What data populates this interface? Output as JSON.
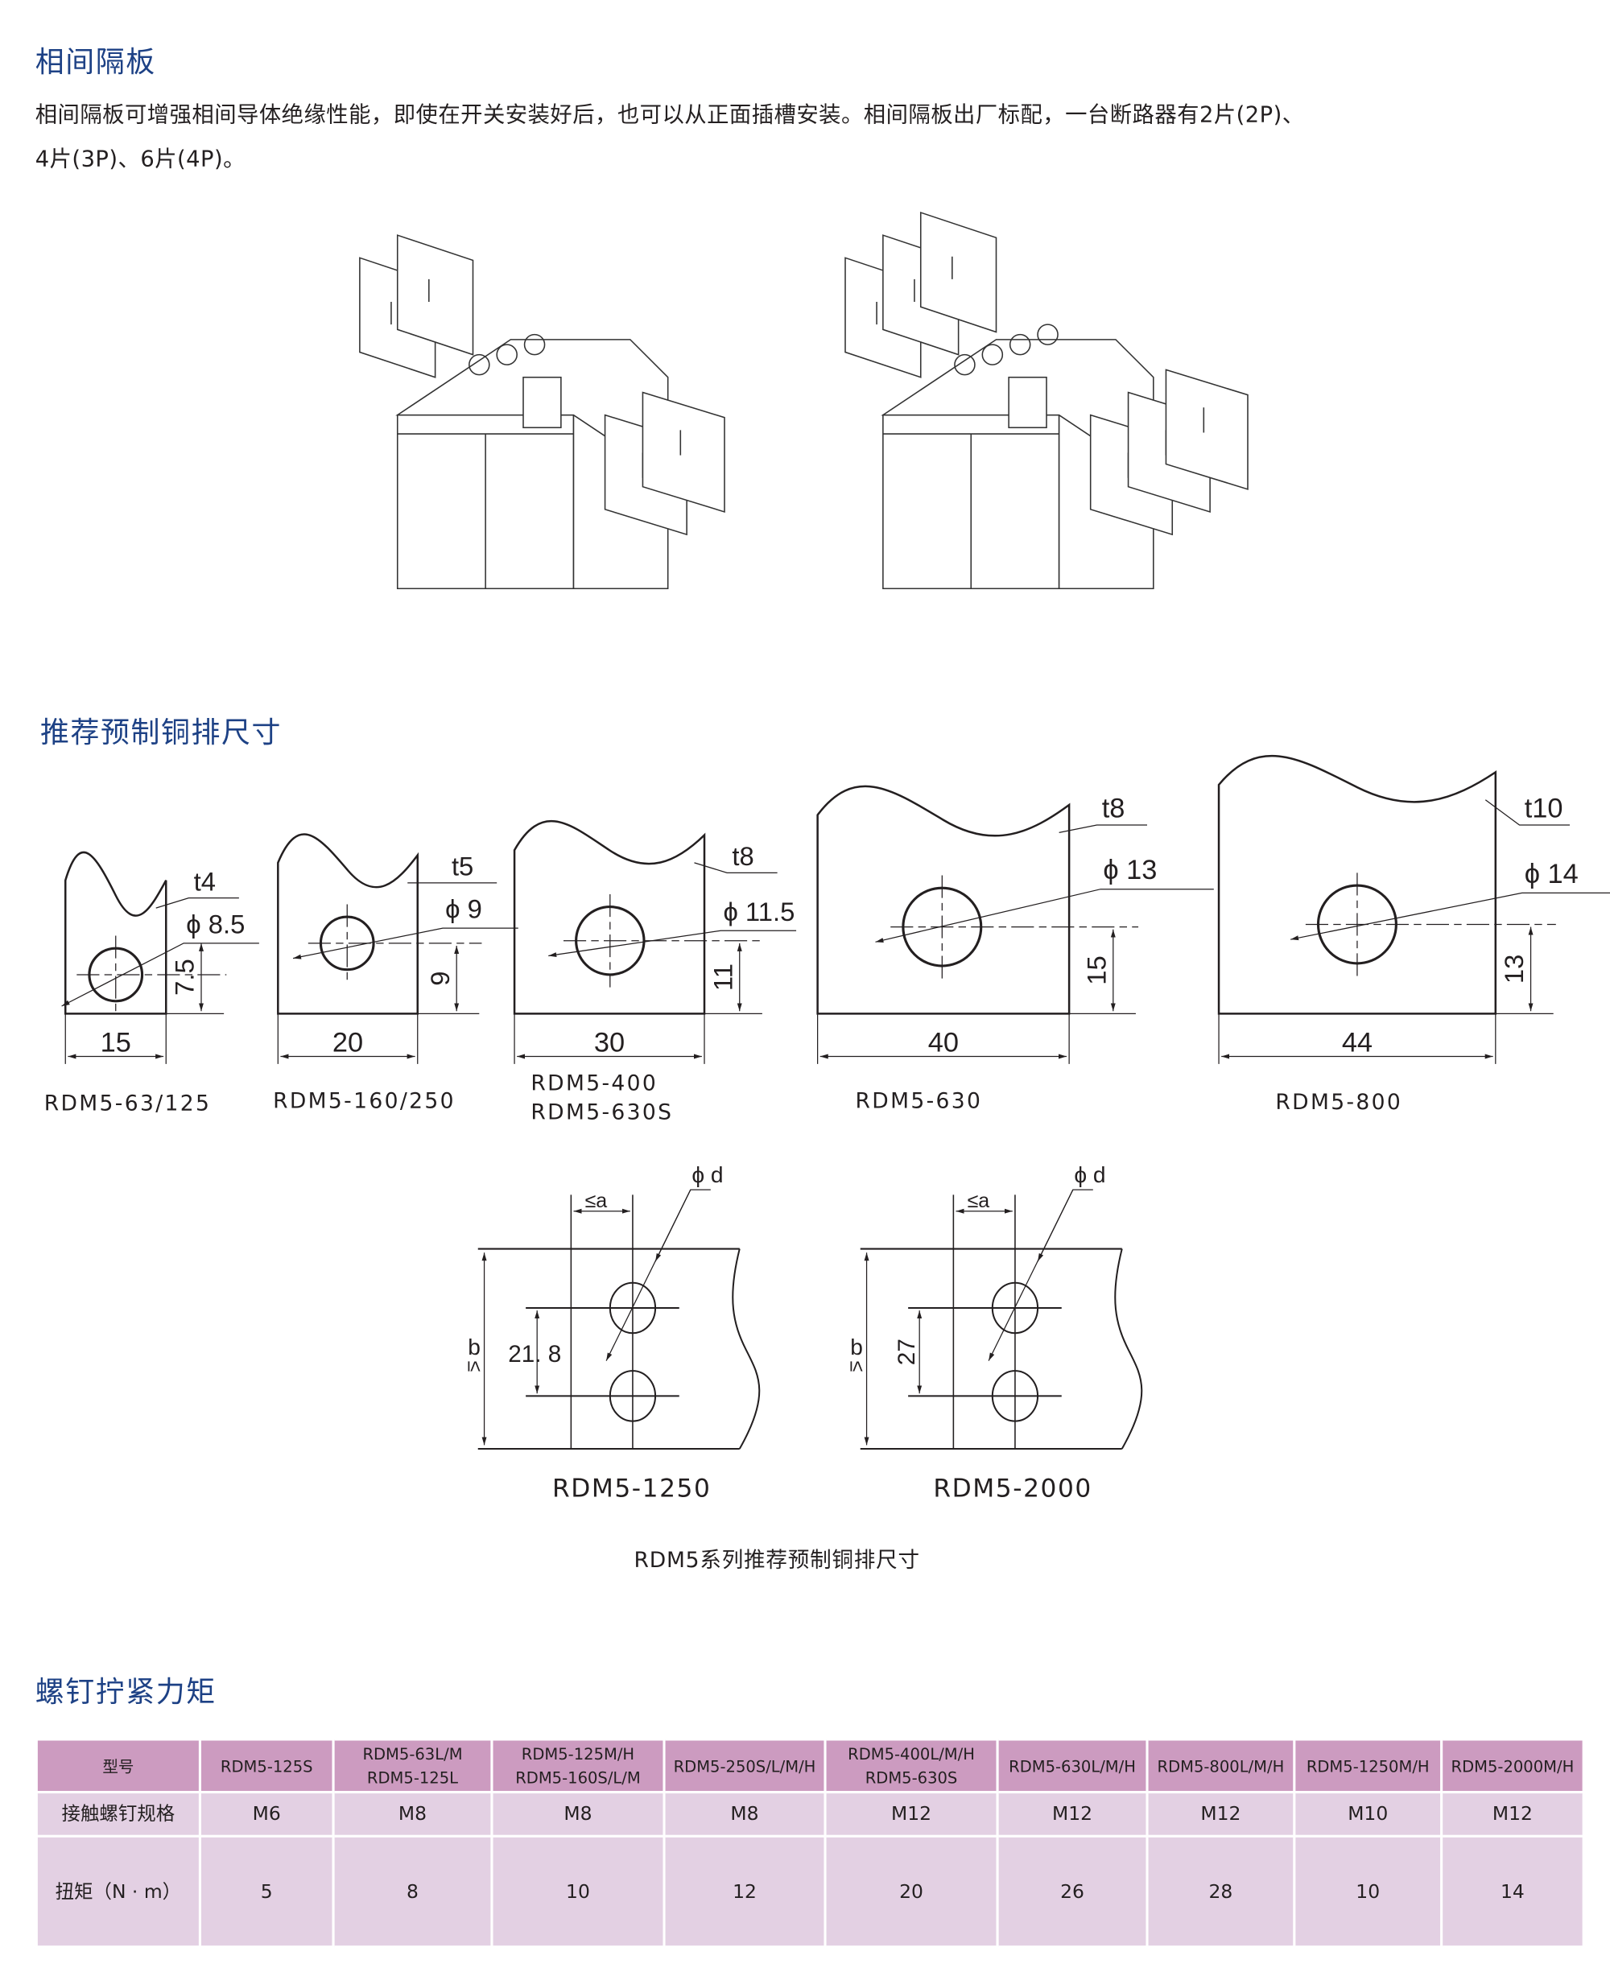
{
  "section1": {
    "title": "相间隔板",
    "text_line1": "相间隔板可增强相间导体绝缘性能，即使在开关安装好后，也可以从正面插槽安装。相间隔板出厂标配，一台断路器有2片(2P)、",
    "text_line2": "4片(3P)、6片(4P)。"
  },
  "section2": {
    "title": "推荐预制铜排尺寸",
    "busbars": [
      {
        "thickness": "t4",
        "hole": "ϕ 8.5",
        "height": "7.5",
        "width": "15",
        "models": [
          "RDM5-63/125"
        ]
      },
      {
        "thickness": "t5",
        "hole": "ϕ 9",
        "height": "9",
        "width": "20",
        "models": [
          "RDM5-160/250"
        ]
      },
      {
        "thickness": "t8",
        "hole": "ϕ 11.5",
        "height": "11",
        "width": "30",
        "models": [
          "RDM5-400",
          "RDM5-630S"
        ]
      },
      {
        "thickness": "t8",
        "hole": "ϕ 13",
        "height": "15",
        "width": "40",
        "models": [
          "RDM5-630"
        ]
      },
      {
        "thickness": "t10",
        "hole": "ϕ 14",
        "height": "13",
        "width": "44",
        "models": [
          "RDM5-800"
        ]
      }
    ],
    "double": [
      {
        "spacing": "21. 8",
        "a": "≤a",
        "b": "b",
        "b_sym": "≤",
        "d": "ϕ d",
        "model": "RDM5-1250"
      },
      {
        "spacing": "27",
        "a": "≤a",
        "b": "b",
        "b_sym": "≤",
        "d": "ϕ d",
        "model": "RDM5-2000"
      }
    ],
    "caption": "RDM5系列推荐预制铜排尺寸"
  },
  "section3": {
    "title": "螺钉拧紧力矩",
    "table": {
      "header": [
        "型号",
        "RDM5-125S",
        "RDM5-63L/M\nRDM5-125L",
        "RDM5-125M/H\nRDM5-160S/L/M",
        "RDM5-250S/L/M/H",
        "RDM5-400L/M/H\nRDM5-630S",
        "RDM5-630L/M/H",
        "RDM5-800L/M/H",
        "RDM5-1250M/H",
        "RDM5-2000M/H"
      ],
      "rows": [
        [
          "接触螺钉规格",
          "M6",
          "M8",
          "M8",
          "M8",
          "M12",
          "M12",
          "M12",
          "M10",
          "M12"
        ],
        [
          "扭矩（N · m）",
          "5",
          "8",
          "10",
          "12",
          "20",
          "26",
          "28",
          "10",
          "14"
        ]
      ]
    },
    "colors": {
      "header_bg": "#cc9bc0",
      "row_bg": "#e3d0e3",
      "title": "#1d4185"
    }
  }
}
